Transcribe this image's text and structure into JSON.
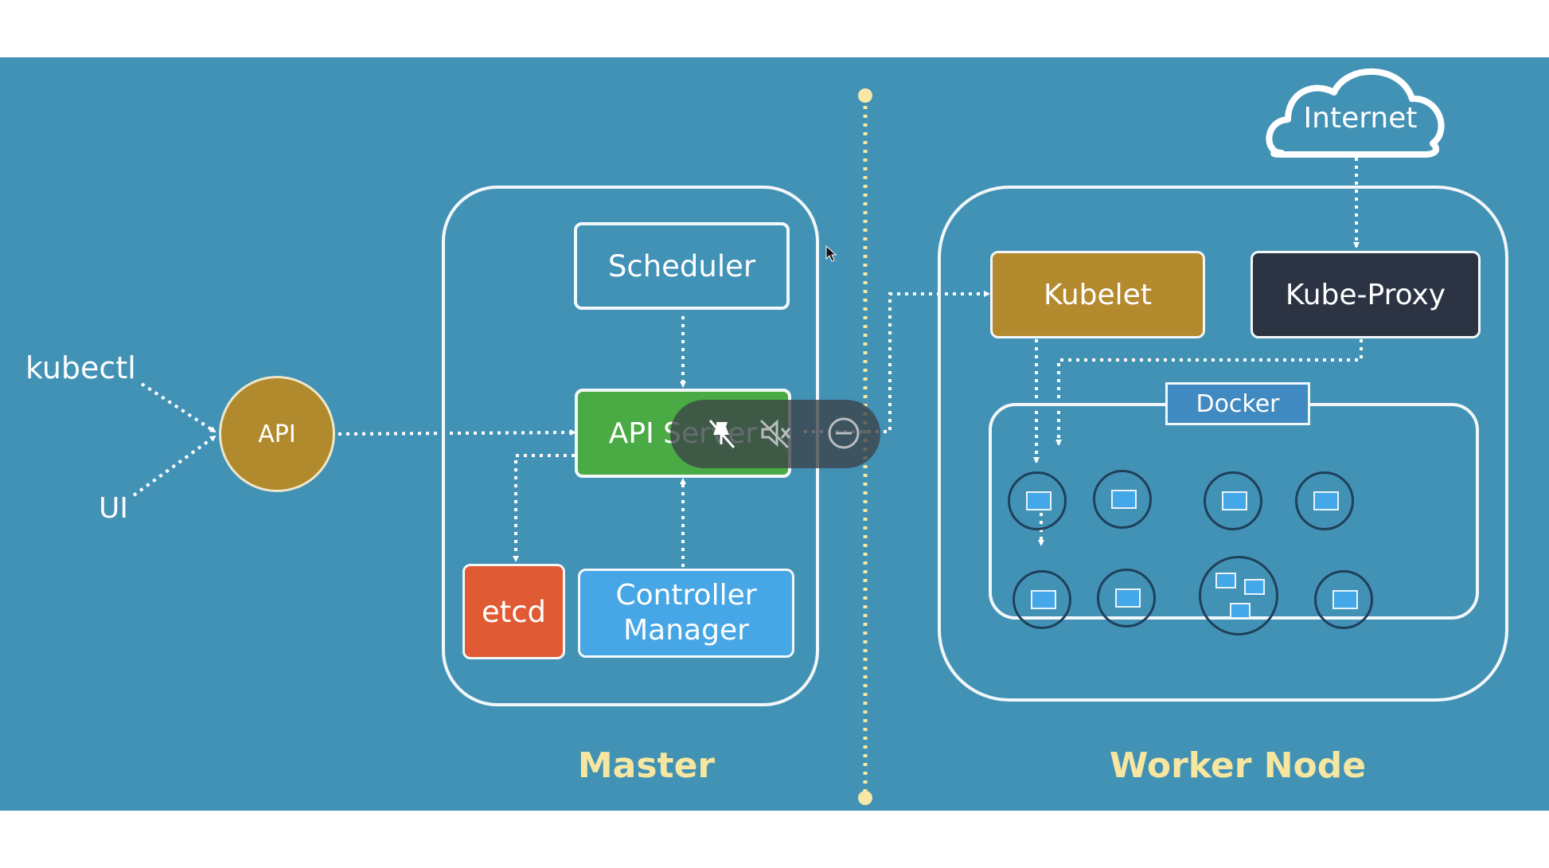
{
  "clients": {
    "kubectl": "kubectl",
    "ui": "UI"
  },
  "api_node": {
    "label": "API",
    "color": "#b08a2d"
  },
  "master": {
    "title": "Master",
    "scheduler": "Scheduler",
    "api_server": "API Server",
    "etcd": "etcd",
    "controller_manager_line1": "Controller",
    "controller_manager_line2": "Manager",
    "colors": {
      "api_server": "#4aaa44",
      "etcd": "#e05a33",
      "controller_manager": "#47a7e6"
    }
  },
  "worker": {
    "title": "Worker Node",
    "kubelet": "Kubelet",
    "kube_proxy": "Kube-Proxy",
    "docker": "Docker",
    "internet": "Internet",
    "colors": {
      "kubelet": "#b48a2f",
      "kube_proxy": "#2c3443",
      "docker": "#4089c1"
    }
  },
  "overlay_icons": [
    "pin-off-icon",
    "speaker-muted-icon",
    "minus-circle-icon"
  ],
  "colors": {
    "background": "#4292b6",
    "title_yellow": "#f6e6a0",
    "divider": "#f7e7a7"
  }
}
